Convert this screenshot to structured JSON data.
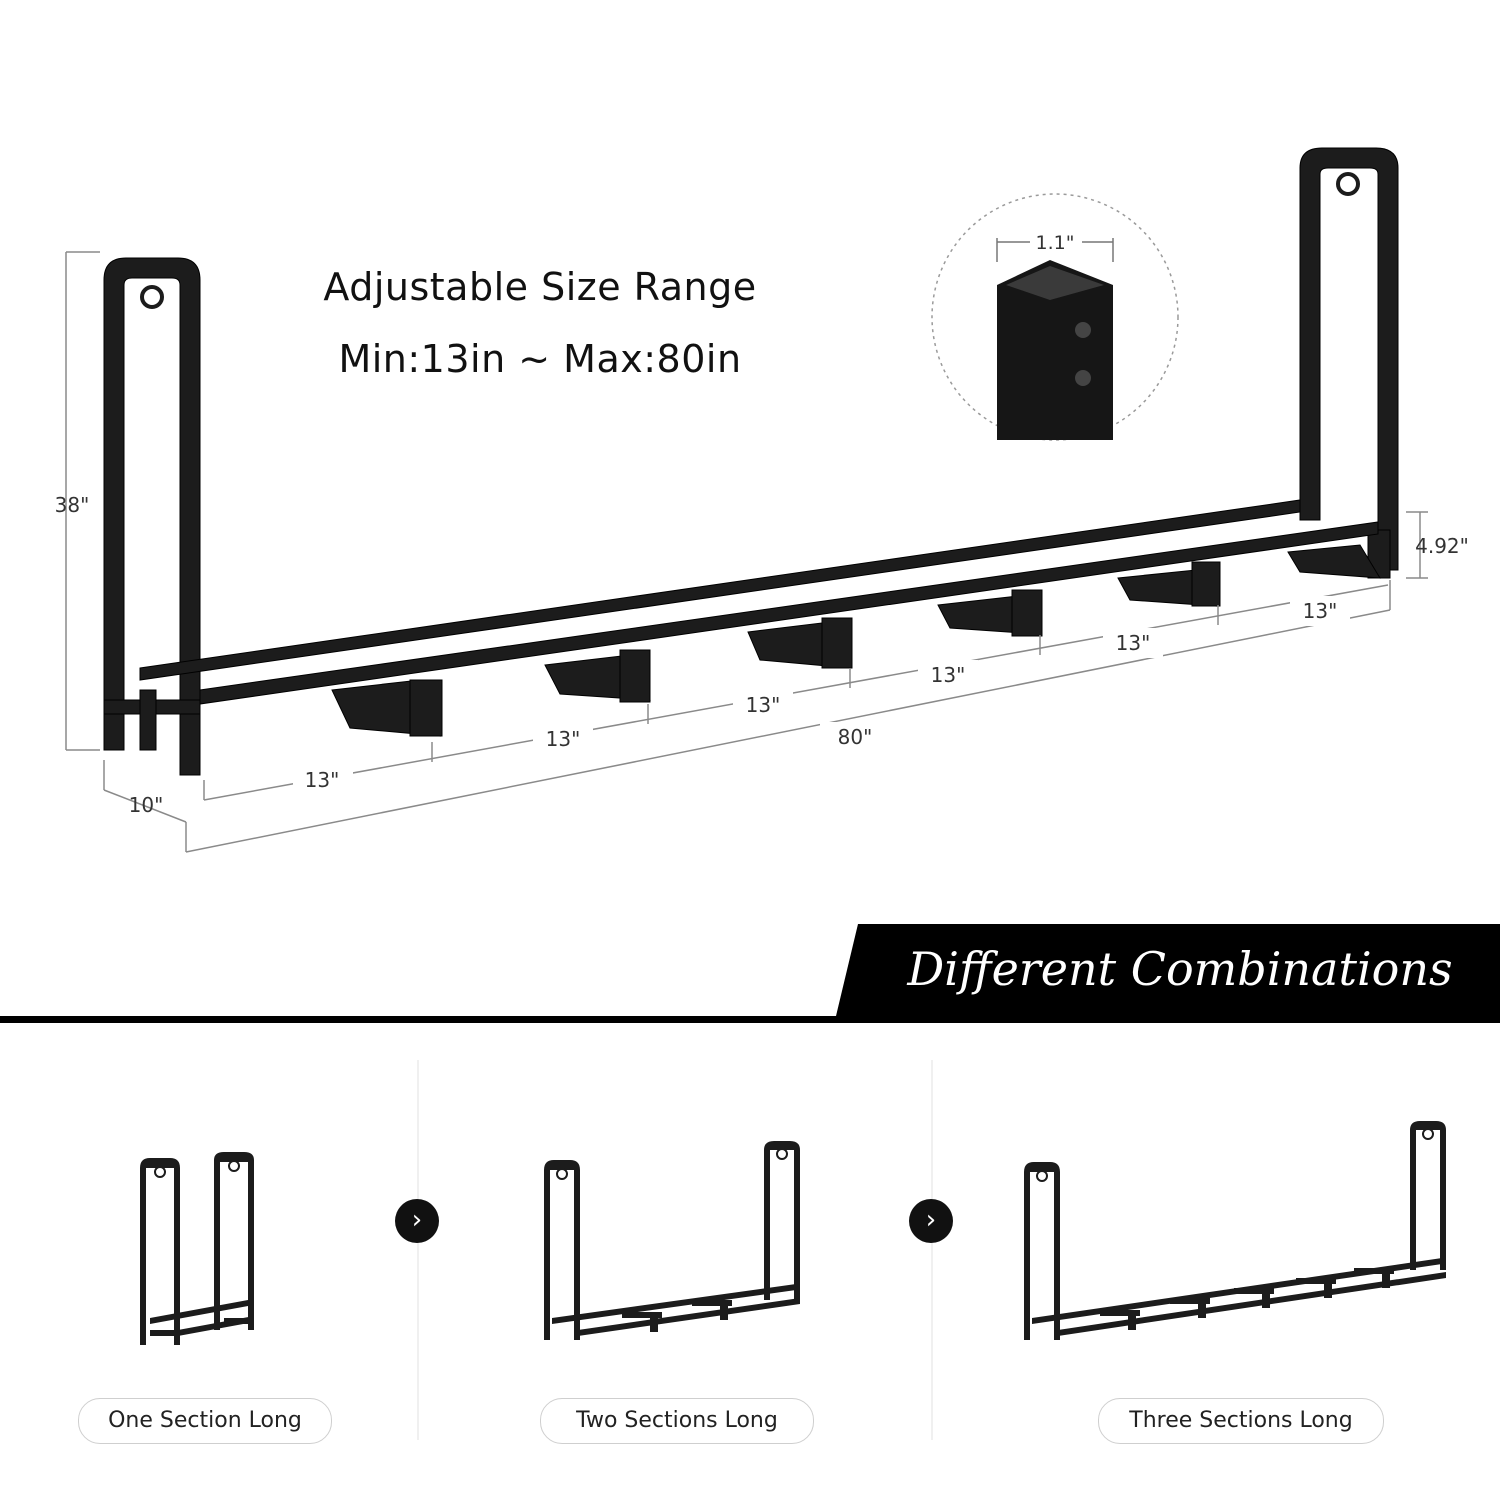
{
  "headline": {
    "line1": "Adjustable Size Range",
    "line2": "Min:13in ~ Max:80in"
  },
  "dimensions": {
    "height": "38\"",
    "depth": "10\"",
    "section_widths": [
      "13\"",
      "13\"",
      "13\"",
      "13\"",
      "13\"",
      "13\""
    ],
    "total_length": "80\"",
    "base_height": "4.92\"",
    "tube_size": "1.1\""
  },
  "banner": {
    "title": "Different Combinations"
  },
  "combinations": [
    {
      "label": "One Section Long"
    },
    {
      "label": "Two Sections Long"
    },
    {
      "label": "Three Sections Long"
    }
  ],
  "arrows": [
    {
      "icon": "chevron-right-icon",
      "glyph": "›"
    },
    {
      "icon": "chevron-right-icon",
      "glyph": "›"
    }
  ],
  "colors": {
    "frame": "#1a1a1a",
    "dimension_lines": "#888888",
    "banner": "#000000"
  }
}
